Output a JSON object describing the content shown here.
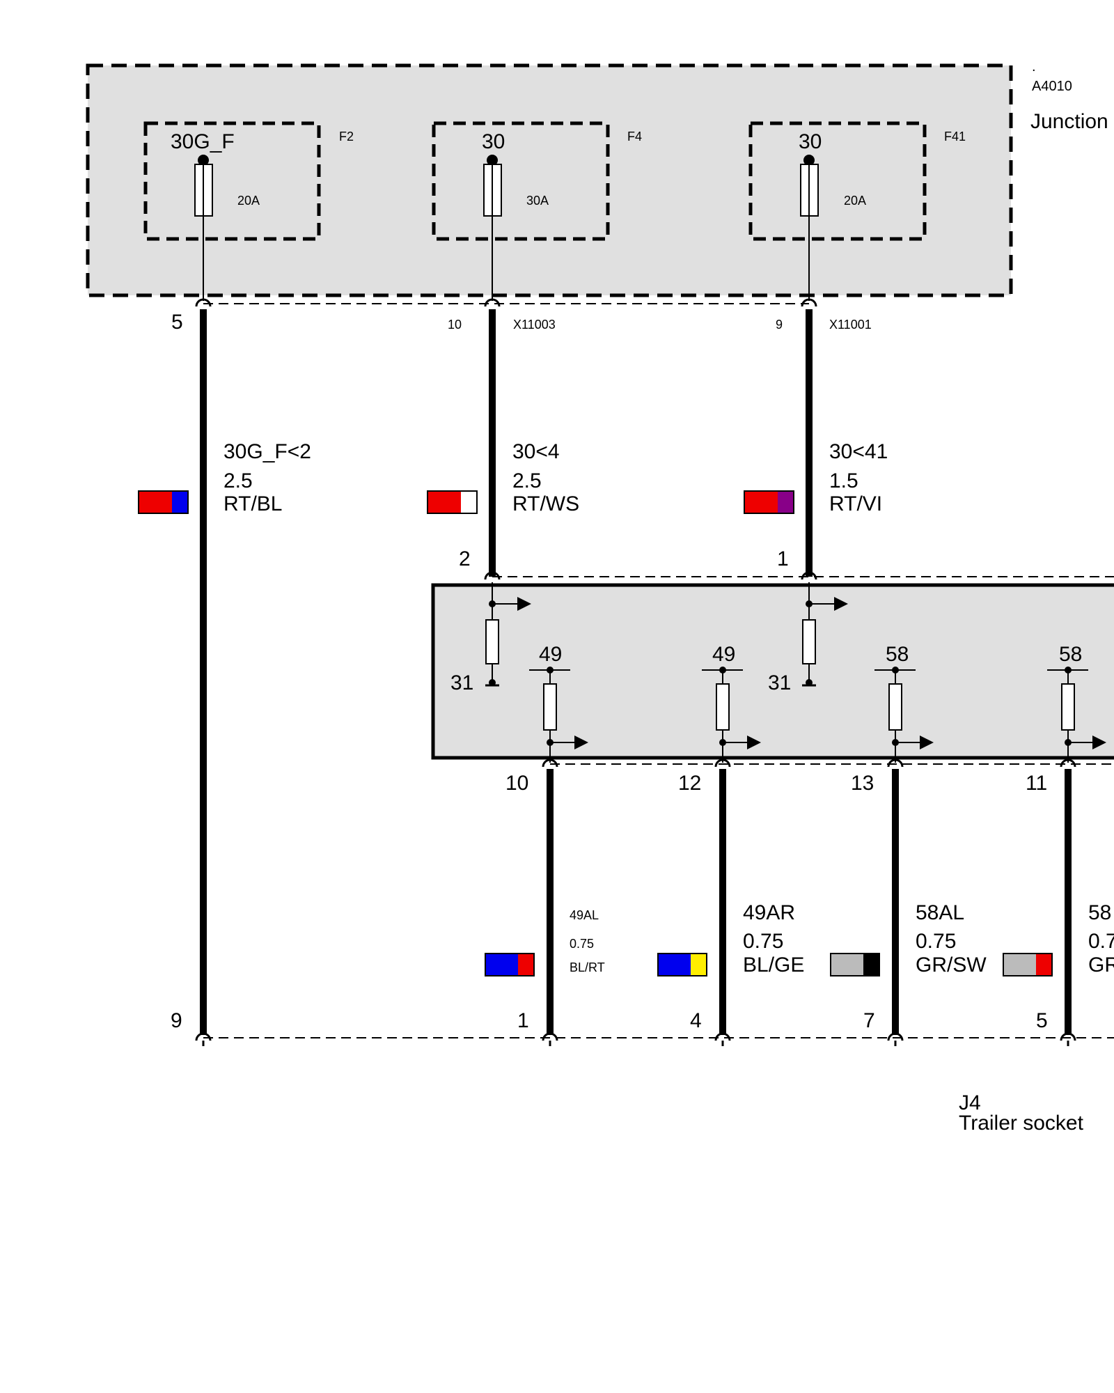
{
  "junction_box": {
    "dot": ".",
    "id": "A4010",
    "name": "Junction",
    "fuses": [
      {
        "terminal": "30G_F",
        "name": "F2",
        "rating": "20A",
        "pin": "5"
      },
      {
        "terminal": "30",
        "name": "F4",
        "rating": "30A",
        "pin": "10",
        "connector": "X11003"
      },
      {
        "terminal": "30",
        "name": "F41",
        "rating": "20A",
        "pin": "9",
        "connector": "X11001"
      }
    ]
  },
  "supply_wires": [
    {
      "name": "30G_F<2",
      "gauge": "2.5",
      "color_code": "RT/BL",
      "colors": [
        "#ee0000",
        "#0000ee"
      ]
    },
    {
      "name": "30<4",
      "gauge": "2.5",
      "color_code": "RT/WS",
      "colors": [
        "#ee0000",
        "#ffffff"
      ]
    },
    {
      "name": "30<41",
      "gauge": "1.5",
      "color_code": "RT/VI",
      "colors": [
        "#ee0000",
        "#880088"
      ]
    }
  ],
  "module": {
    "input_pins": [
      "2",
      "1"
    ],
    "ground_labels": [
      "31",
      "31"
    ],
    "output_terminals": [
      "49",
      "49",
      "58",
      "58"
    ],
    "output_pins": [
      "10",
      "12",
      "13",
      "11"
    ]
  },
  "output_wires": [
    {
      "name": "49AL",
      "gauge": "0.75",
      "color_code": "BL/RT",
      "colors": [
        "#0000ee",
        "#ee0000"
      ]
    },
    {
      "name": "49AR",
      "gauge": "0.75",
      "color_code": "BL/GE",
      "colors": [
        "#0000ee",
        "#ffee00"
      ]
    },
    {
      "name": "58AL",
      "gauge": "0.75",
      "color_code": "GR/SW",
      "colors": [
        "#bbbbbb",
        "#000000"
      ]
    },
    {
      "name": "58",
      "gauge": "0.7",
      "color_code": "GR",
      "colors": [
        "#bbbbbb",
        "#ee0000"
      ]
    }
  ],
  "trailer_socket": {
    "id": "J4",
    "name": "Trailer socket",
    "pins": [
      "9",
      "1",
      "4",
      "7",
      "5"
    ]
  }
}
